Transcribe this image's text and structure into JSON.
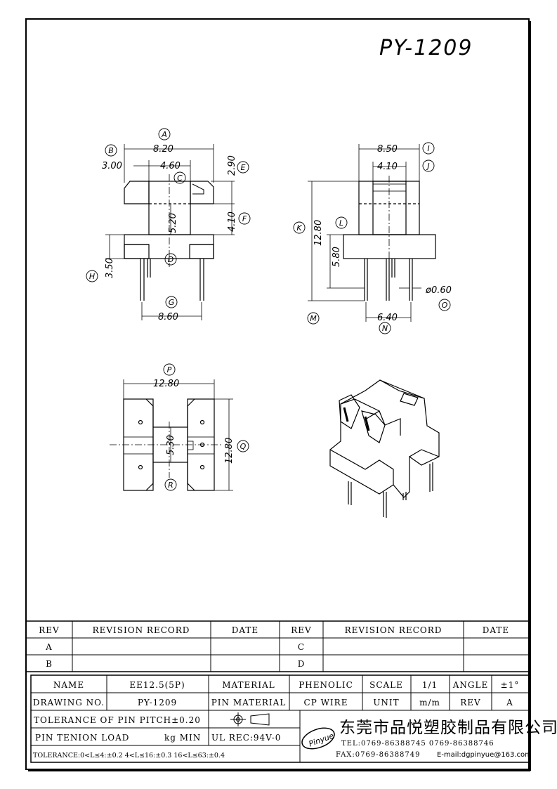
{
  "drawing": {
    "part_number": "PY-1209",
    "views": {
      "front": {
        "dims": {
          "A": "8.20",
          "B": "3.00",
          "B2": "4.60",
          "E": "2.90",
          "F": "4.10",
          "D": "5.20",
          "H": "3.50",
          "G": "8.60"
        },
        "callouts": [
          "A",
          "B",
          "C",
          "D",
          "E",
          "F",
          "G",
          "H"
        ]
      },
      "side": {
        "dims": {
          "I": "8.50",
          "J": "4.10",
          "K": "12.80",
          "L": "5.80",
          "N": "6.40",
          "O": "ø0.60"
        },
        "callouts": [
          "I",
          "J",
          "K",
          "L",
          "M",
          "N",
          "O"
        ]
      },
      "bottom": {
        "dims": {
          "P": "12.80",
          "Q": "12.80",
          "R": "5.30"
        },
        "callouts": [
          "P",
          "Q",
          "R"
        ]
      }
    }
  },
  "revision_table": {
    "headers": [
      "REV",
      "REVISION RECORD",
      "DATE",
      "REV",
      "REVISION RECORD",
      "DATE"
    ],
    "rows": [
      [
        "A",
        "",
        "",
        "C",
        "",
        ""
      ],
      [
        "B",
        "",
        "",
        "D",
        "",
        ""
      ]
    ]
  },
  "title_block": {
    "name_label": "NAME",
    "name_value": "EE12.5(5P)",
    "material_label": "MATERIAL",
    "material_value": "PHENOLIC",
    "scale_label": "SCALE",
    "scale_value": "1/1",
    "angle_label": "ANGLE",
    "angle_value": "±1°",
    "drawing_no_label": "DRAWING NO.",
    "drawing_no_value": "PY-1209",
    "pin_material_label": "PIN MATERIAL",
    "pin_material_value": "CP WIRE",
    "unit_label": "UNIT",
    "unit_value": "m/m",
    "rev_label": "REV",
    "rev_value": "A",
    "tolerance_pitch": "TOLERANCE OF PIN PITCH±0.20",
    "pin_load_label": "PIN TENION LOAD",
    "pin_load_unit": "kg MIN",
    "ul_rec": "UL REC:94V-0",
    "tolerance_general": "TOLERANCE:0<L≤4:±0.2  4<L≤16:±0.3  16<L≤63:±0.4",
    "company_logo_text": "Pinyue",
    "company_name": "东莞市品悦塑胶制品有限公司",
    "tel": "TEL:0769-86388745    0769-86388746",
    "fax": "FAX:0769-86388749",
    "email": "E-mail:dgpinyue@163.com"
  }
}
